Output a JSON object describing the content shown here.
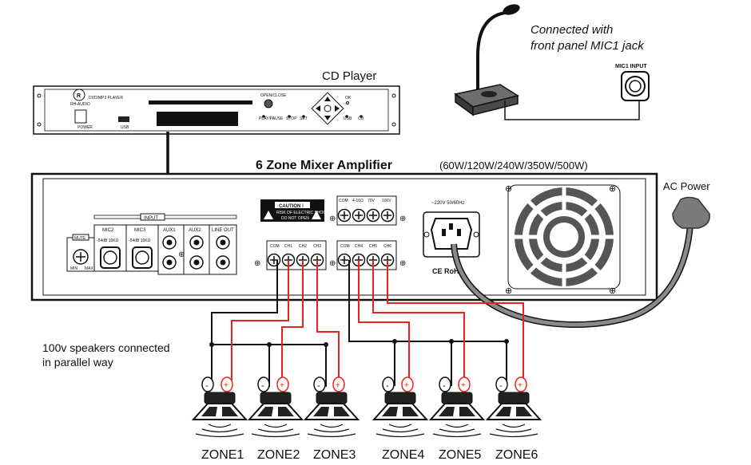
{
  "mic": {
    "note_line1": "Connected with",
    "note_line2": "front panel MIC1 jack",
    "jack_label": "MIC1 INPUT"
  },
  "cd_player": {
    "title": "CD Player",
    "brand": "RH-AUDIO",
    "model": "DVD/MP3 PLAYER",
    "power_label": "POWER",
    "usb_label": "USB",
    "open_close": "OPEN/CLOSE",
    "btn_play": "PLAY/PAUSE",
    "btn_stop": "STOP",
    "btn_set": "SET",
    "btn_ok": "OK",
    "btn_usb": "USB",
    "btn_cd": "CD"
  },
  "amplifier": {
    "title": "6 Zone Mixer Amplifier",
    "power_ratings": "(60W/120W/240W/350W/500W)",
    "input_label": "INPUT",
    "mute_label": "MUTE",
    "min_label": "MIN",
    "max_label": "MAX",
    "input_channels": [
      "MIC2",
      "MIC3",
      "AUX1",
      "AUX2",
      "LINE OUT"
    ],
    "mic_spec": "-54dB 10KΩ",
    "caution_title": "CAUTION !",
    "caution_text": "RISK OF ELECTRIC SHOCK",
    "caution_text2": "DO NOT OPEN",
    "output_top": [
      "COM",
      "4-16Ω",
      "70V",
      "100V"
    ],
    "zone_terminals_left": [
      "COM",
      "CH1",
      "CH2",
      "CH3"
    ],
    "zone_terminals_right": [
      "COM",
      "CH4",
      "CH5",
      "CH6"
    ],
    "mains_label": "~220V 50/60Hz",
    "cert": "CE RoHS"
  },
  "ac_power": "AC Power",
  "speaker_note_line1": "100v speakers connected",
  "speaker_note_line2": "in parallel way",
  "zones": [
    "ZONE1",
    "ZONE2",
    "ZONE3",
    "ZONE4",
    "ZONE5",
    "ZONE6"
  ],
  "terminal_minus": "-",
  "terminal_plus": "+",
  "colors": {
    "wire_black": "#111111",
    "wire_red": "#e8231f",
    "mic_body": "#555555",
    "ac_plug": "#777777"
  }
}
